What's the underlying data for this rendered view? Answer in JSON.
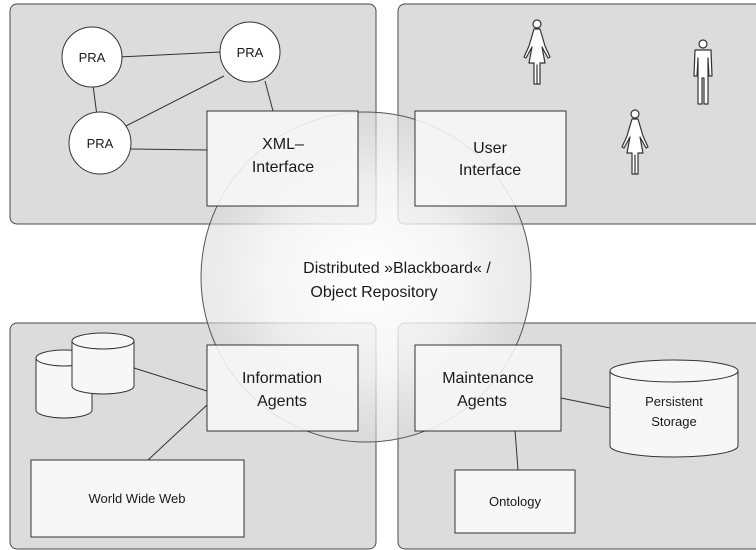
{
  "center": {
    "line1": "Distributed »Blackboard« /",
    "line2": "Object Repository"
  },
  "top_left": {
    "pra_label": "PRA",
    "xml_line1": "XML–",
    "xml_line2": "Interface"
  },
  "top_right": {
    "ui_line1": "User",
    "ui_line2": "Interface",
    "people": [
      "person-female-icon",
      "person-male-icon",
      "person-female-icon"
    ]
  },
  "bottom_left": {
    "info_line1": "Information",
    "info_line2": "Agents",
    "www_label": "World Wide Web",
    "databases": [
      "database-icon",
      "database-icon"
    ]
  },
  "bottom_right": {
    "maint_line1": "Maintenance",
    "maint_line2": "Agents",
    "storage_line1": "Persistent",
    "storage_line2": "Storage",
    "ontology_label": "Ontology"
  }
}
